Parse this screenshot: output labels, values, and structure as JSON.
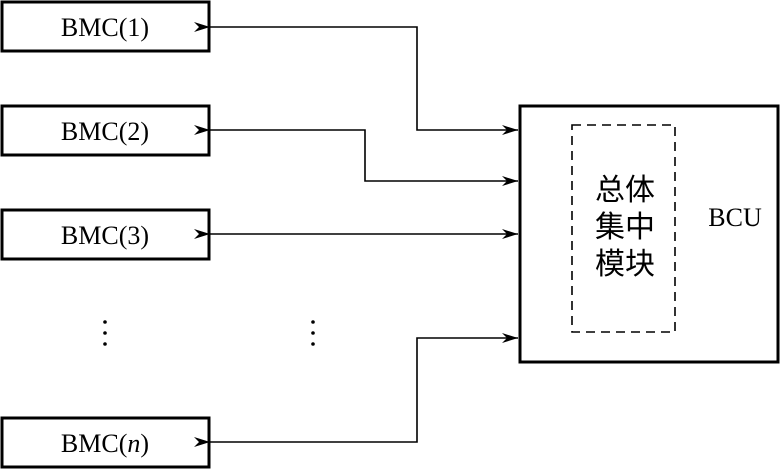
{
  "modules": [
    {
      "id": "bmc1",
      "prefix": "BMC(",
      "index": "1",
      "suffix": ")",
      "index_italic": false
    },
    {
      "id": "bmc2",
      "prefix": "BMC(",
      "index": "2",
      "suffix": ")",
      "index_italic": false
    },
    {
      "id": "bmc3",
      "prefix": "BMC(",
      "index": "3",
      "suffix": ")",
      "index_italic": false
    },
    {
      "id": "bmcn",
      "prefix": "BMC(",
      "index": "n",
      "suffix": ")",
      "index_italic": true
    }
  ],
  "controller": {
    "label": "BCU",
    "inner_block_lines": [
      "总体",
      "集中",
      "模块"
    ]
  },
  "ellipsis": "⋮",
  "colors": {
    "stroke": "#000000",
    "background": "#ffffff"
  }
}
